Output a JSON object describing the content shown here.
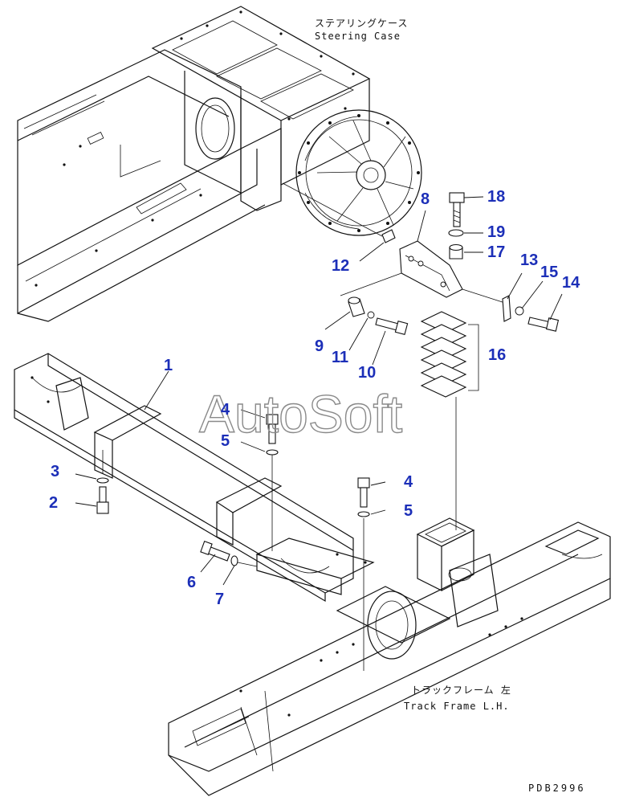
{
  "labels": {
    "steering_case_jp": "ステアリングケース",
    "steering_case_en": "Steering Case",
    "track_frame_jp": "トラックフレーム 左",
    "track_frame_en": "Track Frame L.H.",
    "drawing_code": "PDB2996",
    "watermark": "AutoSoft"
  },
  "callouts": {
    "p1": "1",
    "p2": "2",
    "p3": "3",
    "p4a": "4",
    "p4b": "4",
    "p5a": "5",
    "p5b": "5",
    "p6": "6",
    "p7": "7",
    "p8": "8",
    "p9": "9",
    "p10": "10",
    "p11": "11",
    "p12": "12",
    "p13": "13",
    "p14": "14",
    "p15": "15",
    "p16": "16",
    "p17": "17",
    "p18": "18",
    "p19": "19"
  },
  "colors": {
    "callout": "#1c2fb8",
    "line": "#111111",
    "watermark": "#8a8a8a"
  }
}
